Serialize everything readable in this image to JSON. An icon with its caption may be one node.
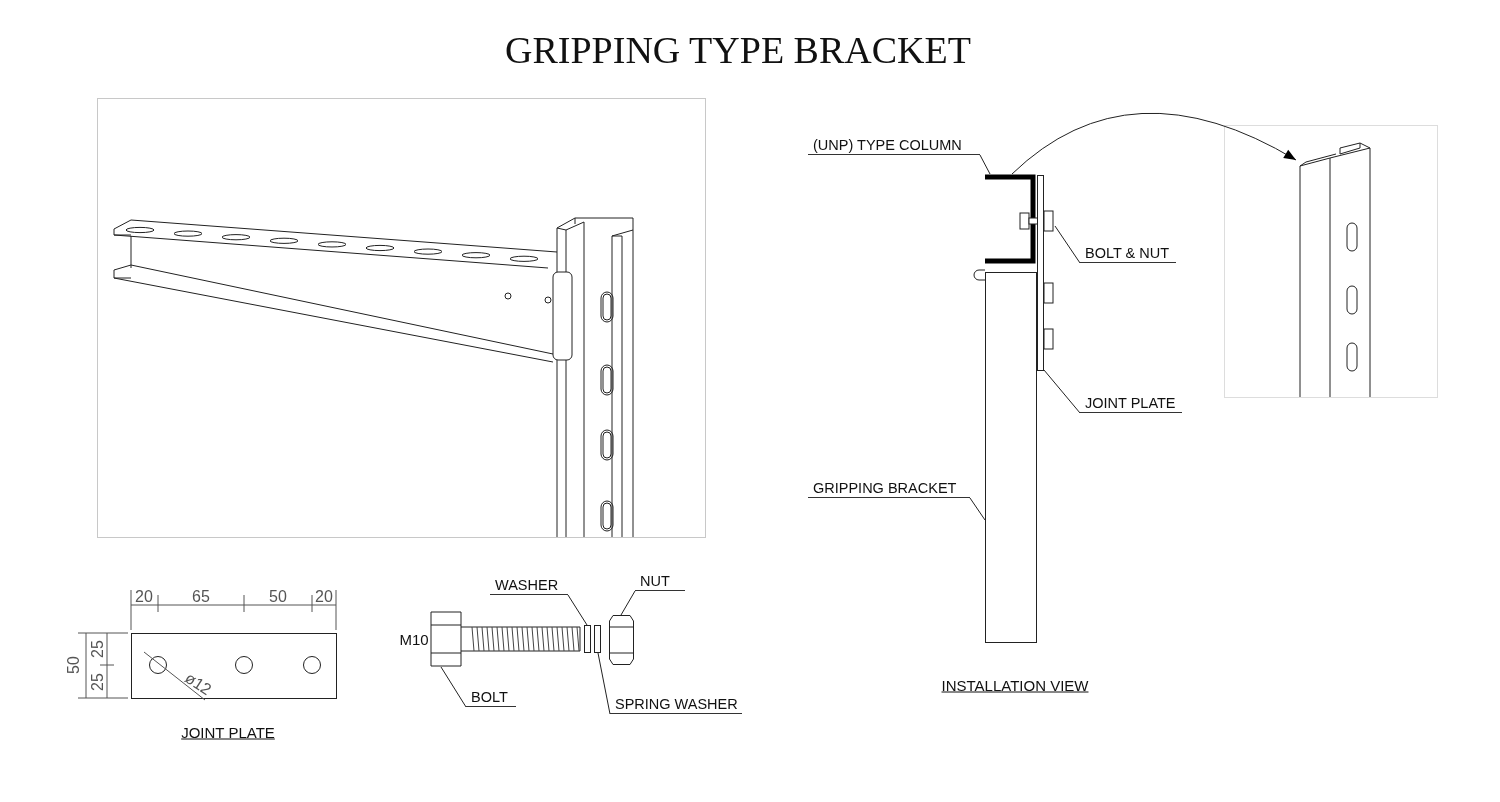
{
  "diagram": {
    "title": "GRIPPING TYPE BRACKET",
    "nodes": [
      {
        "text": [
          "(UNP) TYPE COLUMN"
        ]
      },
      {
        "text": [],
        "shape": "picture"
      },
      {
        "text": [],
        "shape": "picture"
      },
      {
        "text": [
          "BOLT & NUT"
        ]
      },
      {
        "text": [],
        "shape": "picture"
      },
      {
        "text": [
          "JOINT PLATE"
        ]
      },
      {
        "text": [],
        "shape": "bar"
      },
      {
        "text": [
          "GRIPPING BRACKET"
        ]
      },
      {
        "text": [],
        "shape": "bar"
      },
      {
        "text": [
          "WASHER"
        ]
      },
      {
        "text": [],
        "shape": "bar"
      },
      {
        "text": [
          "SPRING WASHER"
        ]
      },
      {
        "text": [],
        "shape": "bar"
      },
      {
        "text": [
          "NUT"
        ]
      },
      {
        "text": [],
        "shape": "picture"
      },
      {
        "text": [
          "BOLT"
        ]
      },
      {
        "text": [],
        "shape": "picture",
        "beside": [
          "M10"
        ]
      }
    ],
    "edges": [
      {
        "from": 0,
        "to": 1,
        "arrow": "none"
      },
      {
        "from": 1,
        "to": 2,
        "arrow": "to"
      },
      {
        "from": 3,
        "to": 4,
        "arrow": "none"
      },
      {
        "from": 5,
        "to": 6,
        "arrow": "none"
      },
      {
        "from": 7,
        "to": 8,
        "arrow": "none"
      },
      {
        "from": 9,
        "to": 10,
        "arrow": "none"
      },
      {
        "from": 11,
        "to": 12,
        "arrow": "none"
      },
      {
        "from": 13,
        "to": 14,
        "arrow": "none"
      },
      {
        "from": 15,
        "to": 16,
        "arrow": "none"
      }
    ],
    "labels": [
      "20",
      "65",
      "50",
      "20",
      "50",
      "25",
      "25",
      "ø12",
      "INSTALLATION VIEW",
      "JOINT PLATE"
    ]
  }
}
